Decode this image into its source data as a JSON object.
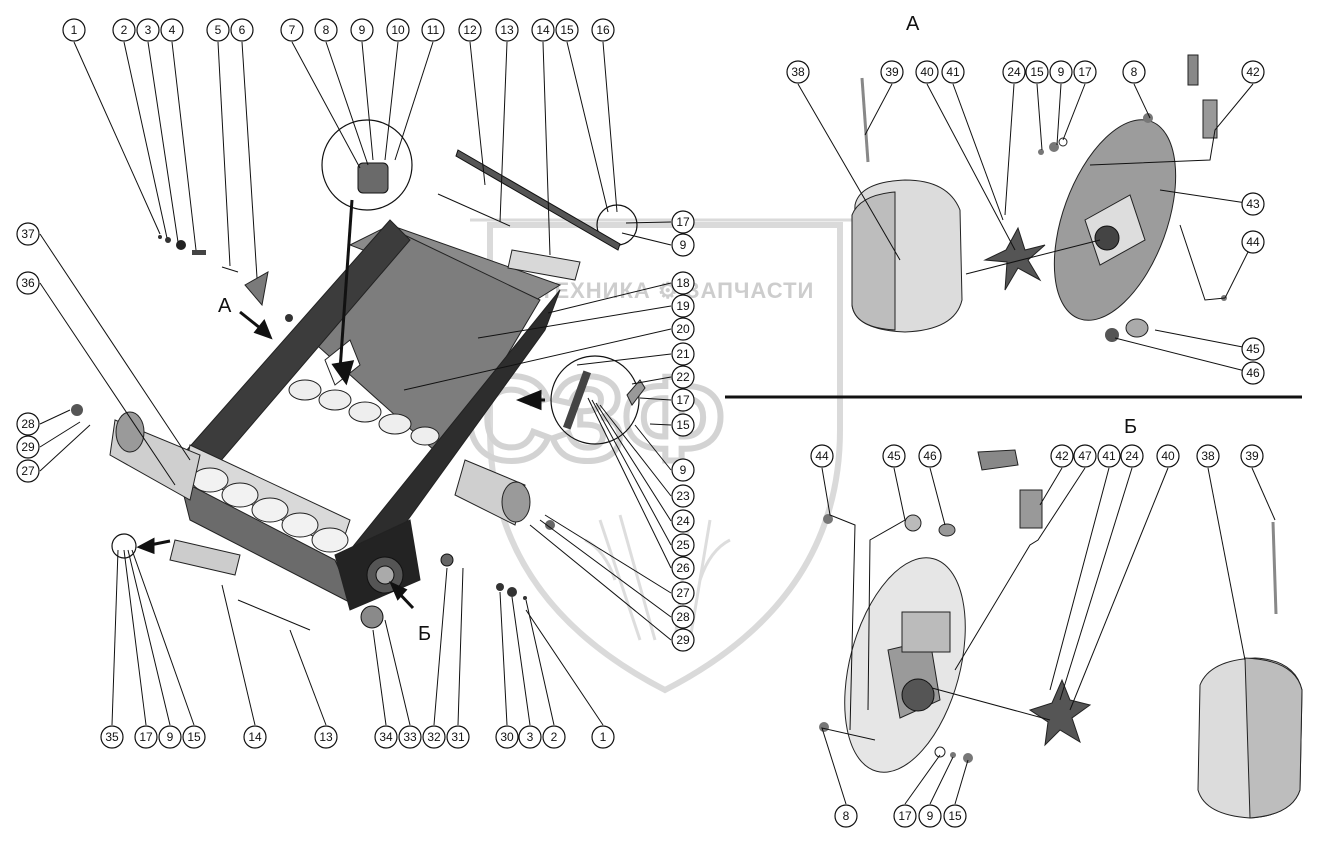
{
  "section_labels": {
    "view_a": "А",
    "view_b": "Б",
    "pointer_a": "А",
    "pointer_b": "Б"
  },
  "watermark": {
    "line": "ТЕХНИКА ⚙ ЗАПЧАСТИ",
    "letters": "СЗФ"
  },
  "callouts": {
    "top_row": [
      "1",
      "2",
      "3",
      "4",
      "5",
      "6",
      "7",
      "8",
      "9",
      "10",
      "11",
      "12",
      "13",
      "14",
      "15",
      "16"
    ],
    "right_column": [
      "17",
      "9",
      "18",
      "19",
      "20",
      "21",
      "22",
      "17",
      "15",
      "9",
      "23",
      "24",
      "25",
      "26",
      "27",
      "28",
      "29"
    ],
    "left_column": [
      "37",
      "36",
      "28",
      "29",
      "27"
    ],
    "bottom_row": [
      "35",
      "17",
      "9",
      "15",
      "14",
      "13",
      "34",
      "33",
      "32",
      "31",
      "30",
      "3",
      "2",
      "1"
    ],
    "view_a": [
      "38",
      "39",
      "40",
      "41",
      "24",
      "15",
      "9",
      "17",
      "8",
      "42",
      "43",
      "44",
      "45",
      "46"
    ],
    "view_b": [
      "44",
      "45",
      "46",
      "42",
      "47",
      "41",
      "24",
      "40",
      "38",
      "39",
      "8",
      "17",
      "9",
      "15"
    ]
  }
}
